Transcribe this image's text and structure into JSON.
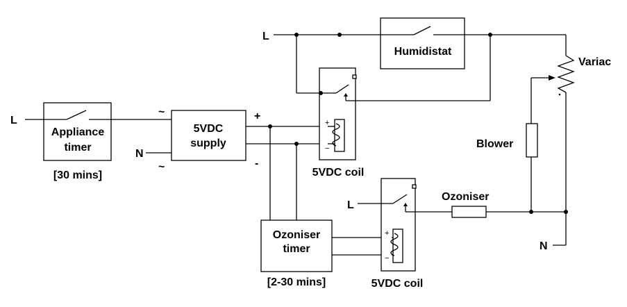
{
  "components": {
    "appliance_timer": {
      "line1": "Appliance",
      "line2": "timer",
      "duration": "[30 mins]"
    },
    "supply": {
      "line1": "5VDC",
      "line2": "supply",
      "ac_symbol": "~",
      "plus": "+",
      "minus": "-"
    },
    "humidistat": {
      "label": "Humidistat"
    },
    "relay_top": {
      "label": "5VDC coil",
      "plus": "+",
      "minus": "−"
    },
    "relay_bottom": {
      "label": "5VDC coil",
      "plus": "+",
      "minus": "−"
    },
    "ozoniser_timer": {
      "line1": "Ozoniser",
      "line2": "timer",
      "duration": "[2-30 mins]"
    },
    "ozoniser": {
      "label": "Ozoniser"
    },
    "blower": {
      "label": "Blower"
    },
    "variac": {
      "label": "Variac"
    }
  },
  "terminals": {
    "line": "L",
    "neutral": "N"
  }
}
